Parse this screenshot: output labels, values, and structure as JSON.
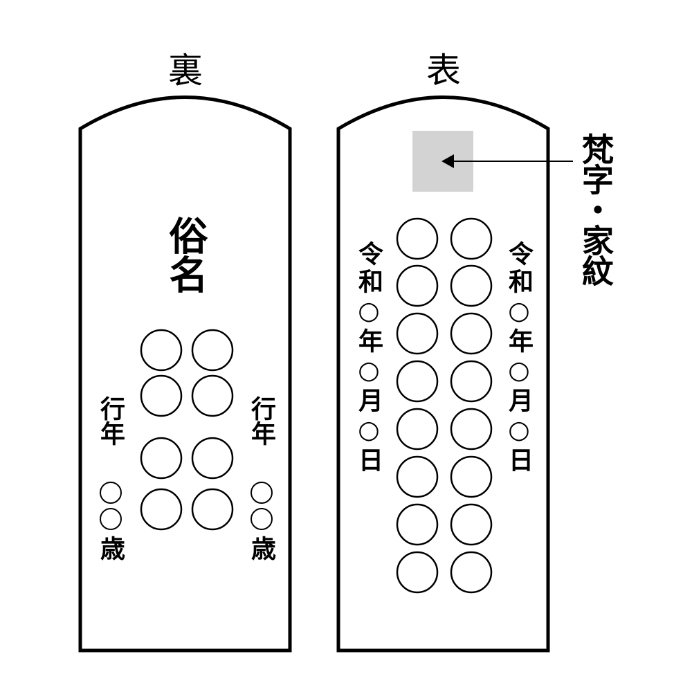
{
  "back": {
    "title": "裏",
    "secular_name": "俗名",
    "age_label_left": "行年",
    "age_suffix_left": "歳",
    "age_label_right": "行年",
    "age_suffix_right": "歳"
  },
  "front": {
    "title": "表",
    "date_left": "令和○年○月○日",
    "date_right": "令和○年○月○日",
    "callout_label": "梵字・家紋"
  },
  "colors": {
    "stroke": "#000000",
    "emblem_box": "#d3d3d3"
  }
}
